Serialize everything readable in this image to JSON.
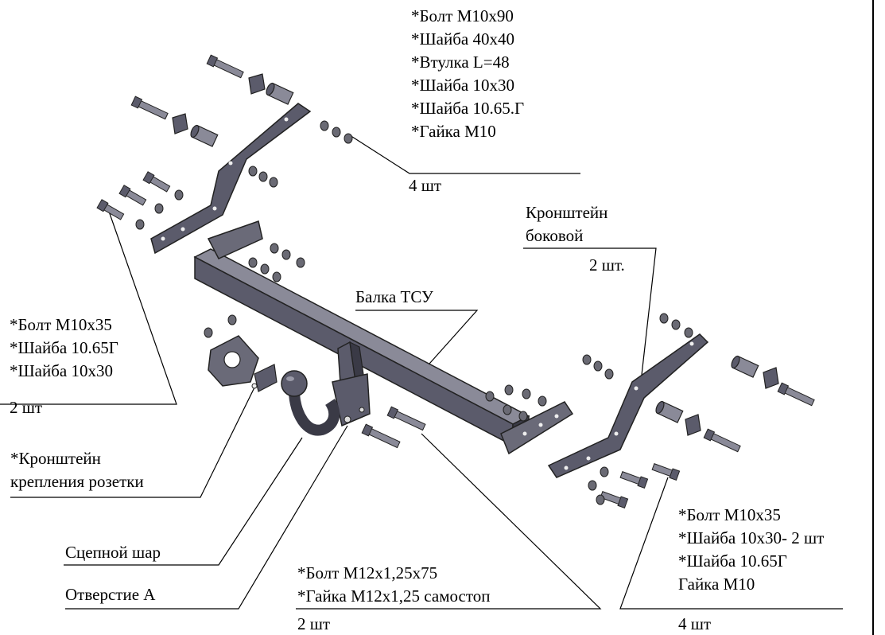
{
  "labels": {
    "top_right_hardware": [
      "*Болт М10х90",
      "*Шайба 40х40",
      "*Втулка L=48",
      "*Шайба 10х30",
      "*Шайба 10.65.Г",
      "*Гайка М10"
    ],
    "top_right_qty": "4 шт",
    "bracket_side": [
      "Кронштейн",
      "боковой"
    ],
    "bracket_side_qty": "2 шт.",
    "beam": "Балка ТСУ",
    "left_hardware": [
      "*Болт М10х35",
      "*Шайба 10.65Г",
      "*Шайба 10х30"
    ],
    "left_qty": "2 шт",
    "socket_bracket": [
      "*Кронштейн",
      "крепления розетки"
    ],
    "tow_ball": "Сцепной шар",
    "hole_a": "Отверстие А",
    "bottom_hardware": [
      "*Болт М12х1,25х75",
      "*Гайка М12х1,25 самостоп"
    ],
    "bottom_qty": "2 шт",
    "right_hardware": [
      "*Болт М10х35",
      "*Шайба 10х30- 2 шт",
      "*Шайба 10.65Г",
      "Гайка М10"
    ],
    "right_qty": "4 шт"
  },
  "colors": {
    "metal": "#5b5b6b",
    "metal_light": "#8a8a98",
    "metal_dark": "#3a3a46",
    "nut": "#6a6a74",
    "line": "#000000"
  }
}
